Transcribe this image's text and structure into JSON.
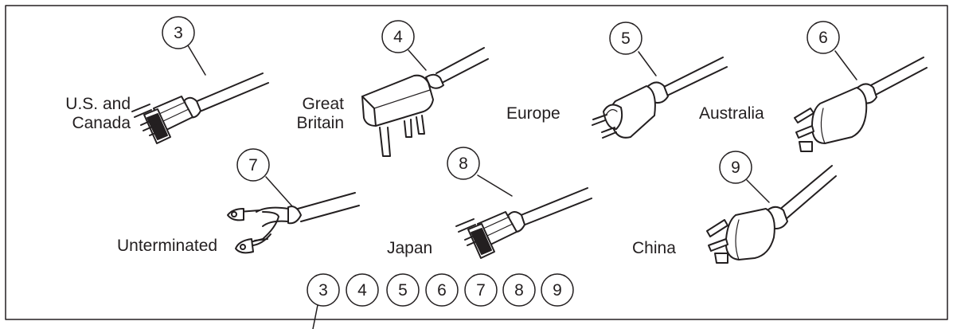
{
  "plugs": [
    {
      "number": "3",
      "label_lines": [
        "U.S. and",
        "Canada"
      ]
    },
    {
      "number": "4",
      "label_lines": [
        "Great",
        "Britain"
      ]
    },
    {
      "number": "5",
      "label_lines": [
        "Europe"
      ]
    },
    {
      "number": "6",
      "label_lines": [
        "Australia"
      ]
    },
    {
      "number": "7",
      "label_lines": [
        "Unterminated"
      ]
    },
    {
      "number": "8",
      "label_lines": [
        "Japan"
      ]
    },
    {
      "number": "9",
      "label_lines": [
        "China"
      ]
    }
  ],
  "number_row": [
    "3",
    "4",
    "5",
    "6",
    "7",
    "8",
    "9"
  ],
  "colors": {
    "line": "#231f20",
    "fill": "#ffffff"
  },
  "icons": [
    "plug-us-icon",
    "plug-gb-icon",
    "plug-eu-icon",
    "plug-au-icon",
    "cable-unterminated-icon",
    "plug-jp-icon",
    "plug-cn-icon"
  ]
}
